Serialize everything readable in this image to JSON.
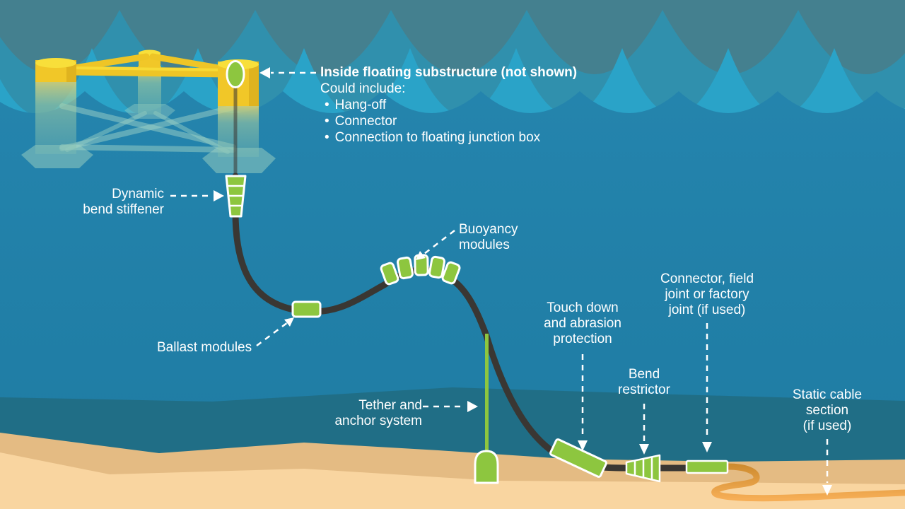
{
  "annotations": {
    "inside_substructure": {
      "title": "Inside floating substructure (not shown)",
      "subtitle": "Could include:",
      "bullet_char": "•",
      "items": [
        "Hang-off",
        "Connector",
        "Connection to floating junction box"
      ]
    },
    "dynamic_bend_stiffener": {
      "lines": [
        "Dynamic",
        "bend stiffener"
      ]
    },
    "buoyancy_modules": {
      "lines": [
        "Buoyancy",
        "modules"
      ]
    },
    "ballast_modules": {
      "lines": [
        "Ballast modules"
      ]
    },
    "tether_anchor": {
      "lines": [
        "Tether and",
        "anchor system"
      ]
    },
    "touch_down": {
      "lines": [
        "Touch down",
        "and abrasion",
        "protection"
      ]
    },
    "bend_restrictor": {
      "lines": [
        "Bend",
        "restrictor"
      ]
    },
    "connector_joint": {
      "lines": [
        "Connector, field",
        "joint or factory",
        "joint (if used)"
      ]
    },
    "static_cable": {
      "lines": [
        "Static cable",
        "section",
        "(if used)"
      ]
    }
  },
  "colors": {
    "component_green": "#8dc63f",
    "cable_dark": "#3a3733",
    "static_cable_orange": "#eda44a",
    "water_main": "#2181aa",
    "water_deep": "#206e86",
    "wave_band_top": "#44808f",
    "wave_band_mid": "#3090ad",
    "wave_band_bright": "#2aa3c8",
    "sand_dark": "#e4bb83",
    "sand_light": "#f9d5a0",
    "platform_yellow": "#f1c728",
    "label_text": "#ffffff"
  }
}
